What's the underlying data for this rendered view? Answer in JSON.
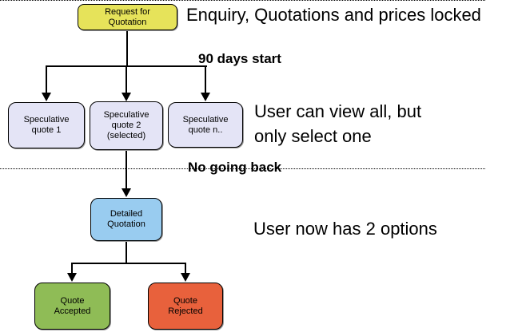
{
  "diagram": {
    "nodes": {
      "request_for_quotation": {
        "label": "Request for\nQuotation",
        "color": "#e6e35a"
      },
      "speculative_quote_1": {
        "label": "Speculative\nquote 1",
        "color": "#e4e4f6"
      },
      "speculative_quote_2": {
        "label": "Speculative\nquote 2\n(selected)",
        "color": "#e4e4f6"
      },
      "speculative_quote_n": {
        "label": "Speculative\nquote n..",
        "color": "#e4e4f6"
      },
      "detailed_quotation": {
        "label": "Detailed\nQuotation",
        "color": "#99ccf0"
      },
      "quote_accepted": {
        "label": "Quote\nAccepted",
        "color": "#8fbc56"
      },
      "quote_rejected": {
        "label": "Quote\nRejected",
        "color": "#e8613c"
      }
    },
    "annotations": {
      "enquiry_locked": "Enquiry, Quotations and prices locked",
      "ninety_days_start": "90 days start",
      "view_all": "User can view all, but\nonly select one",
      "no_going_back": "No going back",
      "two_options": "User now has 2 options"
    },
    "colors": {
      "background": "#ffffff",
      "line": "#000000",
      "text": "#000000"
    }
  }
}
